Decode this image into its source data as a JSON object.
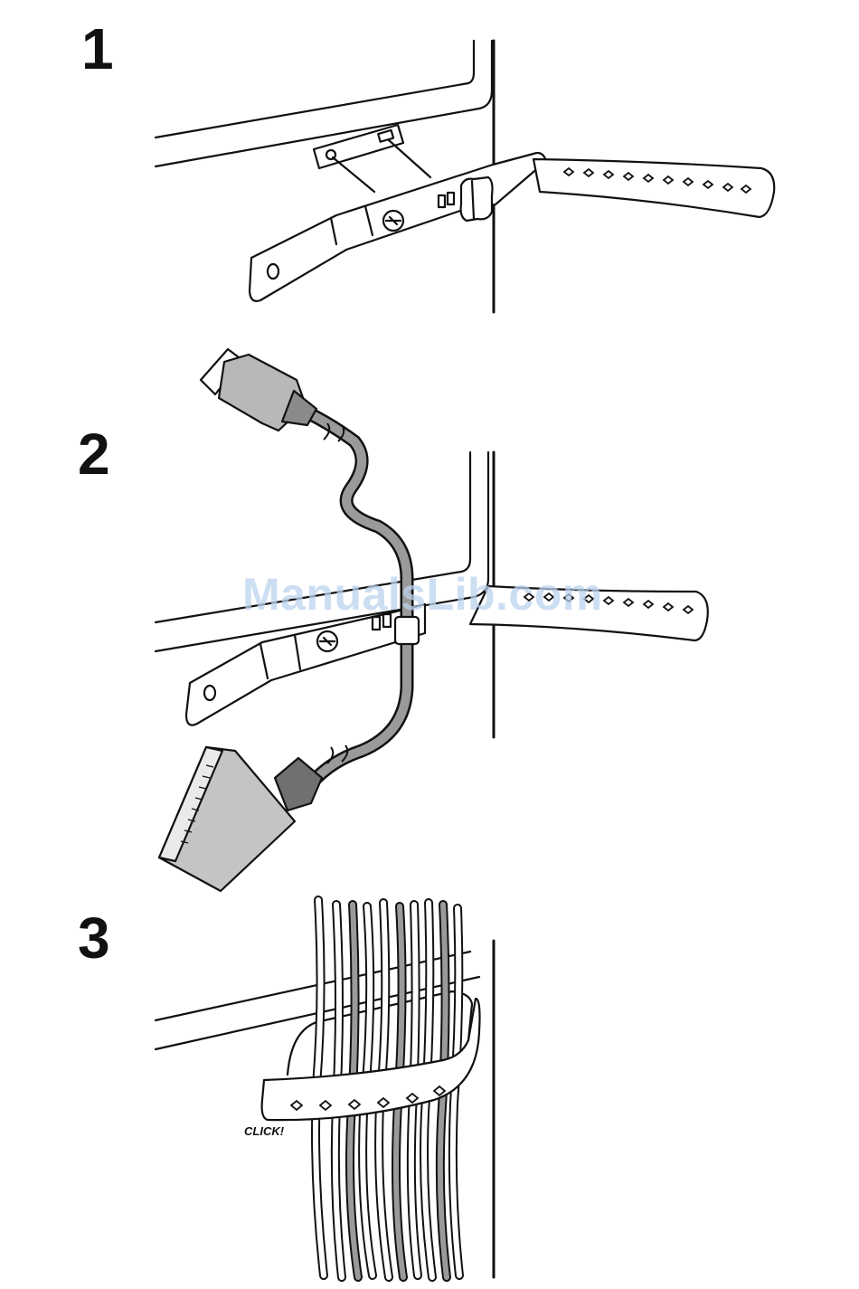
{
  "steps": [
    {
      "number": "1"
    },
    {
      "number": "2"
    },
    {
      "number": "3",
      "annotation": "CLICK!"
    }
  ],
  "watermark": "ManualsLib.com",
  "colors": {
    "line": "#111111",
    "cable": "#9a9a9a",
    "plug": "#b8b8b8",
    "background": "#ffffff"
  },
  "icons": [
    "cable-strap",
    "hdmi-plug",
    "scart-plug",
    "cable-bundle"
  ]
}
